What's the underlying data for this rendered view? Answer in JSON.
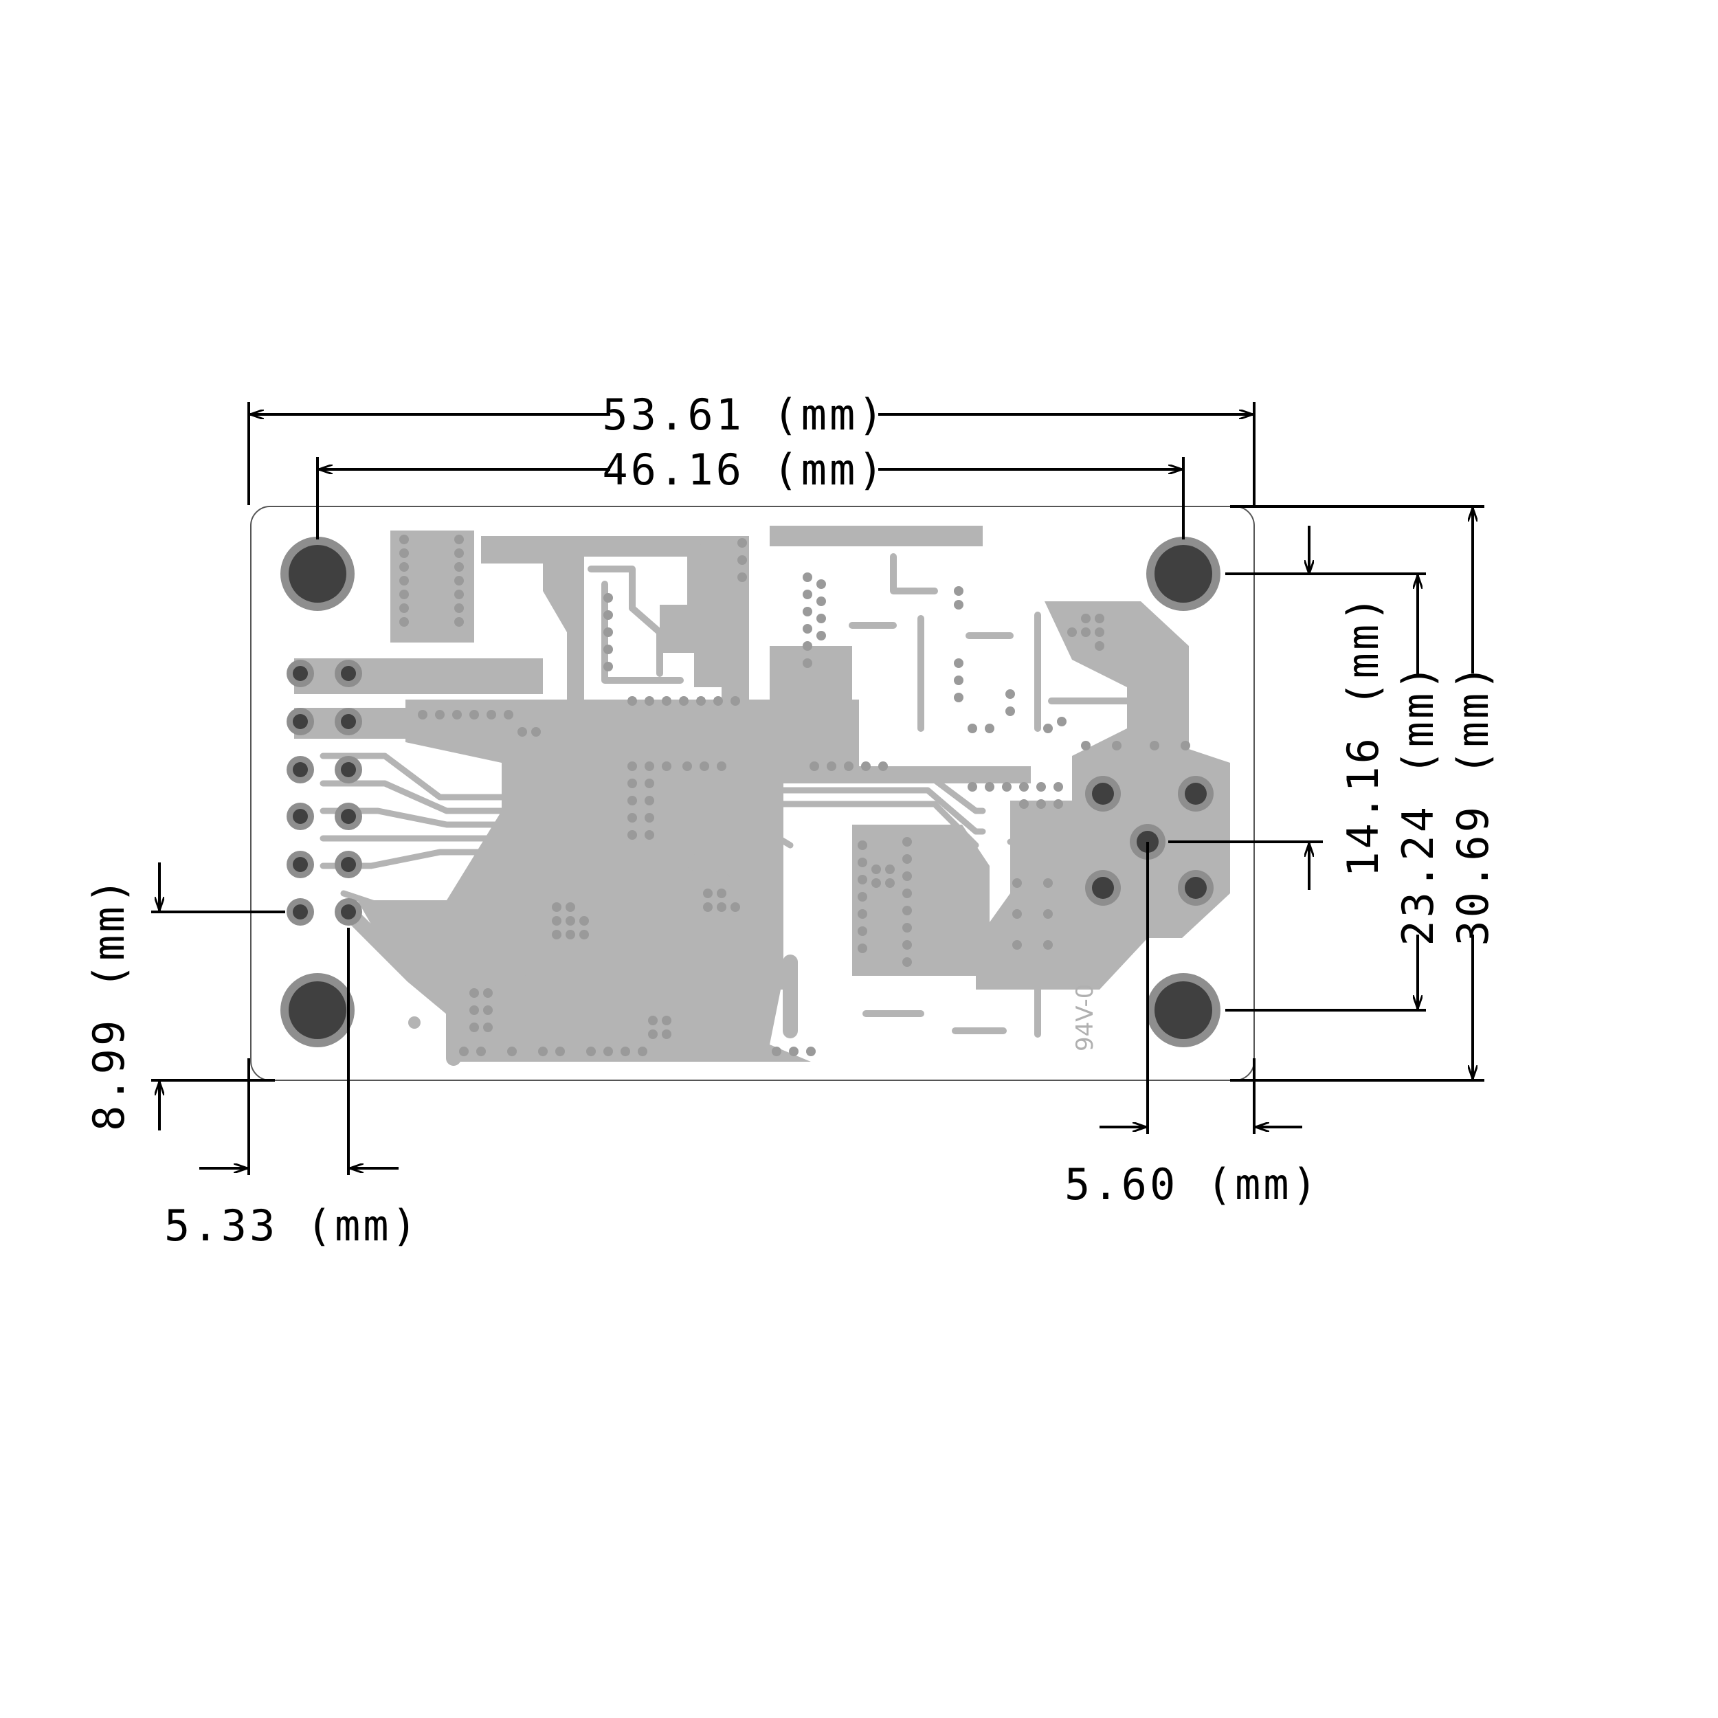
{
  "dimensions": {
    "overall_width": "53.61 (mm)",
    "mount_hole_spacing_x": "46.16 (mm)",
    "overall_height": "30.69 (mm)",
    "mount_hole_spacing_y": "23.24 (mm)",
    "top_to_center_pad": "14.16 (mm)",
    "left_edge_to_header": "5.33 (mm)",
    "bottom_to_header_pin": "8.99 (mm)",
    "right_edge_to_center_pad": "5.60 (mm)"
  },
  "board": {
    "marking": "94V-0"
  },
  "colors": {
    "copper": "#b4b4b4",
    "via": "#9a9a9a",
    "pad_ring": "#8e8e8e",
    "pad_hole": "#404040",
    "dimension": "#000000"
  }
}
